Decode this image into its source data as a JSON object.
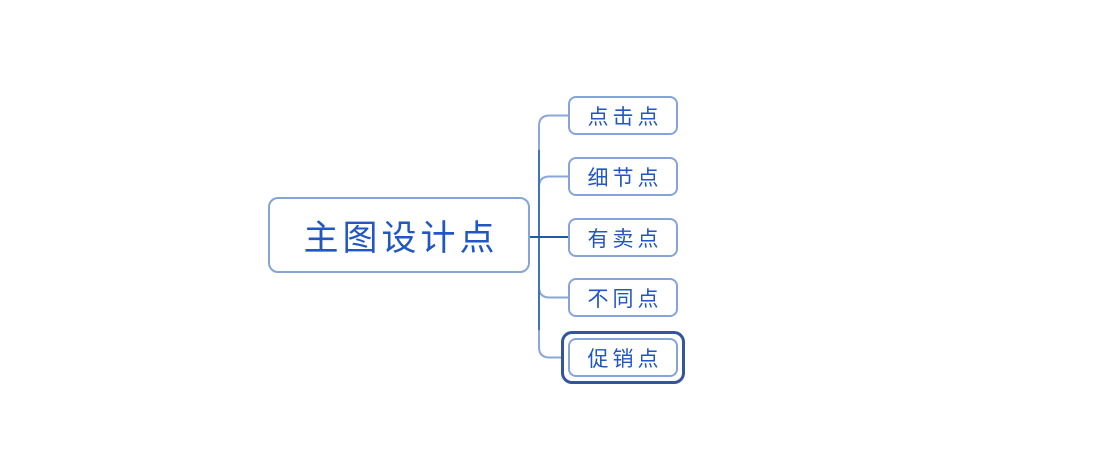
{
  "diagram": {
    "type": "mindmap-logic-chart-right",
    "root": {
      "label": "主图设计点"
    },
    "children": [
      {
        "label": "点击点",
        "selected": false
      },
      {
        "label": "细节点",
        "selected": false
      },
      {
        "label": "有卖点",
        "selected": false
      },
      {
        "label": "不同点",
        "selected": false
      },
      {
        "label": "促销点",
        "selected": true
      }
    ],
    "colors": {
      "background": "#ffffff",
      "node_border": "#87a4d7",
      "node_fill": "#ffffff",
      "node_text": "#2156c3",
      "connector_center": "#1d5aa9",
      "connector_trunk": "#3f73c0",
      "connector_branch": "#8ba6d9",
      "selection_ring": "#35549e"
    }
  }
}
